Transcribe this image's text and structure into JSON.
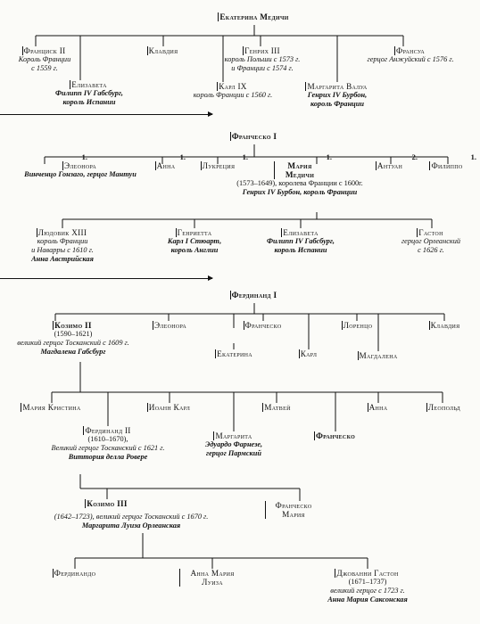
{
  "sections": [
    {
      "root": {
        "name": "Екатерина Медичи"
      },
      "children": [
        {
          "name": "Франциск II",
          "desc": [
            "Король Франции",
            "с 1559 г."
          ]
        },
        {
          "name": "Елизавета",
          "desc": [
            "Филипп IV Габсбург,",
            "король Испании"
          ]
        },
        {
          "name": "Клавдия"
        },
        {
          "name": "Карл IX",
          "desc": [
            "король Франции с 1560 г."
          ]
        },
        {
          "name": "Генрих III",
          "desc": [
            "король Польши с 1573 г.",
            "и Франции с 1574 г."
          ]
        },
        {
          "name": "Маргарита Валуа",
          "desc": [
            "Генрих IV Бурбон,",
            "король Франции"
          ]
        },
        {
          "name": "Франсуа",
          "desc": [
            "герцог Анжуйский с 1576 г."
          ]
        }
      ]
    },
    {
      "root": {
        "name": "Франческо I"
      },
      "children": [
        {
          "num": "1.",
          "name": "Элеонора",
          "desc": [
            "Винченцо Гонзаго, герцог Мантуи"
          ]
        },
        {
          "num": "1.",
          "name": "Анна"
        },
        {
          "num": "1.",
          "name": "Лукреция"
        },
        {
          "num": "1.",
          "name": "Мария Медичи",
          "desc_plain": [
            "(1573–1649), королева Франции с 1600г."
          ],
          "desc": [
            "Генрих IV Бурбон, король Франции"
          ]
        },
        {
          "num": "2.",
          "name": "Антуан"
        },
        {
          "num": "1.",
          "name": "Филиппо"
        }
      ],
      "grandchildren": [
        {
          "name": "Людовик XIII",
          "desc": [
            "король Франции",
            "и Наварры с 1610 г.",
            "Анна Австрийская"
          ]
        },
        {
          "name": "Генриетта",
          "desc": [
            "Карл I Стюарт,",
            "король Англии"
          ]
        },
        {
          "name": "Елизавета",
          "desc": [
            "Филипп IV Габсбург,",
            "король Испании"
          ]
        },
        {
          "name": "Гастон",
          "desc": [
            "герцог Орлеанский",
            "с 1626 г."
          ]
        }
      ]
    },
    {
      "root": {
        "name": "Фердинанд I"
      },
      "children": [
        {
          "name": "Козимо II",
          "desc_plain": [
            "(1590–1621)"
          ],
          "desc": [
            "великий герцог Тосканский с 1609 г.",
            "Магдалена Габсбург"
          ]
        },
        {
          "name": "Элеонора"
        },
        {
          "name": "Екатерина"
        },
        {
          "name": "Франческо"
        },
        {
          "name": "Карл"
        },
        {
          "name": "Лоренцо"
        },
        {
          "name": "Магдалена"
        },
        {
          "name": "Клавдия"
        }
      ],
      "grandchildren": [
        {
          "name": "Мария Кристина"
        },
        {
          "name": "Фердинанд II",
          "desc_plain": [
            "(1610–1670),"
          ],
          "desc": [
            "Великий герцог Тосканский с 1621 г.",
            "Виттория делла Ровере"
          ]
        },
        {
          "name": "Иоанн Карл"
        },
        {
          "name": "Маргарита",
          "desc": [
            "Эдуардо Фарнезе,",
            "герцог Пармский"
          ]
        },
        {
          "name": "Матвей"
        },
        {
          "name": "Франческо"
        },
        {
          "name": "Анна"
        },
        {
          "name": "Леопольд"
        }
      ],
      "great": [
        {
          "name": "Козимо III",
          "desc": [
            "(1642–1723), великий герцог Тосканский с 1670 г.",
            "Маргарита Луиза Орлеанская"
          ]
        },
        {
          "name": "Франческо Мария"
        }
      ],
      "greatgreat": [
        {
          "name": "Фердинандо"
        },
        {
          "name": "Анна Мария Луиза"
        },
        {
          "name": "Джованни Гастон",
          "desc_plain": [
            "(1671–1737)"
          ],
          "desc": [
            "великий герцог с 1723 г."
          ],
          "desc_bold": [
            "Анна Мария Саксонская"
          ]
        }
      ]
    }
  ]
}
